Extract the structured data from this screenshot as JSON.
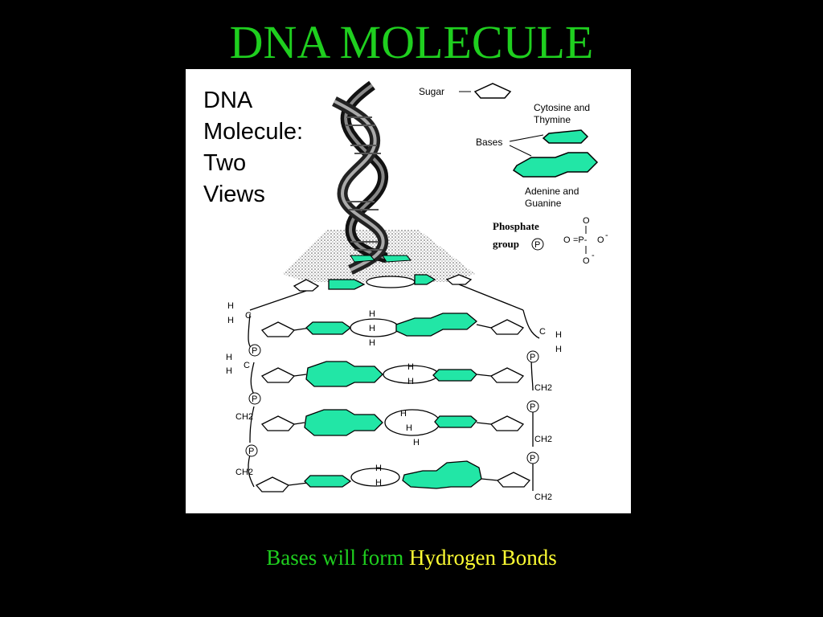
{
  "slide": {
    "title": "DNA MOLECULE",
    "caption_part1": "Bases will form ",
    "caption_part2": "Hydrogen Bonds"
  },
  "figure": {
    "heading_lines": [
      "DNA",
      "Molecule:",
      "Two",
      "Views"
    ],
    "legend": {
      "sugar": "Sugar",
      "bases": "Bases",
      "cytosine_thymine_line1": "Cytosine and",
      "cytosine_thymine_line2": "Thymine",
      "adenine_guanine_line1": "Adenine and",
      "adenine_guanine_line2": "Guanine",
      "phosphate_line1": "Phosphate",
      "phosphate_line2": "group",
      "phosphate_symbol": "P",
      "phosphate_formula": {
        "o_top": "O",
        "o_left": "O",
        "equals_p": "=P-",
        "o_right": "O",
        "o_bottom": "O",
        "minus": "-"
      }
    },
    "labels": {
      "h": "H",
      "c": "C",
      "p": "P",
      "ch2": "CH2"
    },
    "colors": {
      "base_fill": "#22e6a6",
      "title_green": "#1fcf1f",
      "caption_yellow": "#ffff33"
    }
  }
}
